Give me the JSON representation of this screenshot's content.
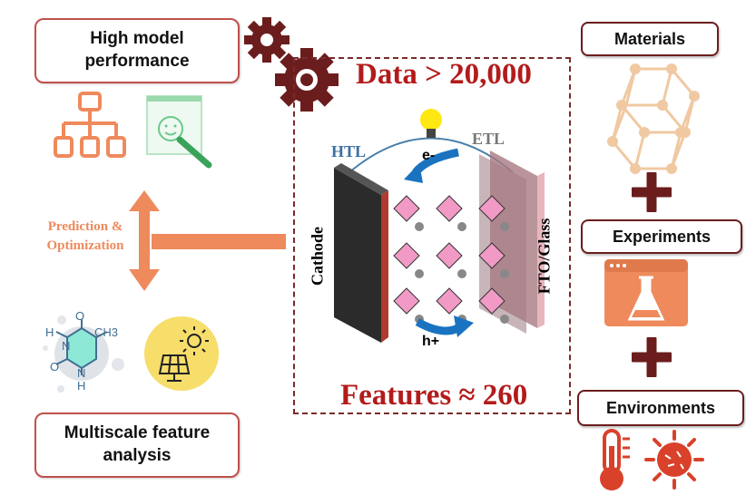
{
  "left": {
    "top_box": "High model performance",
    "bottom_box": "Multiscale feature analysis",
    "arrow_label": "Prediction & Optimization",
    "molecule_labels": {
      "h1": "H",
      "n1": "N",
      "o1": "O",
      "ch3": "CH3",
      "o2": "O",
      "n2": "N",
      "h2": "H"
    }
  },
  "center": {
    "data_label": "Data > 20,000",
    "features_label": "Features ≈ 260",
    "htl": "HTL",
    "etl": "ETL",
    "cathode": "Cathode",
    "fto": "FTO/Glass",
    "electron": "e-",
    "hole": "h+"
  },
  "right": {
    "materials": "Materials",
    "experiments": "Experiments",
    "environments": "Environments"
  },
  "colors": {
    "accent": "#ee8a5c",
    "maroon": "#6b1d1d",
    "red_text": "#b31b1b",
    "box_border": "#c0504d"
  }
}
